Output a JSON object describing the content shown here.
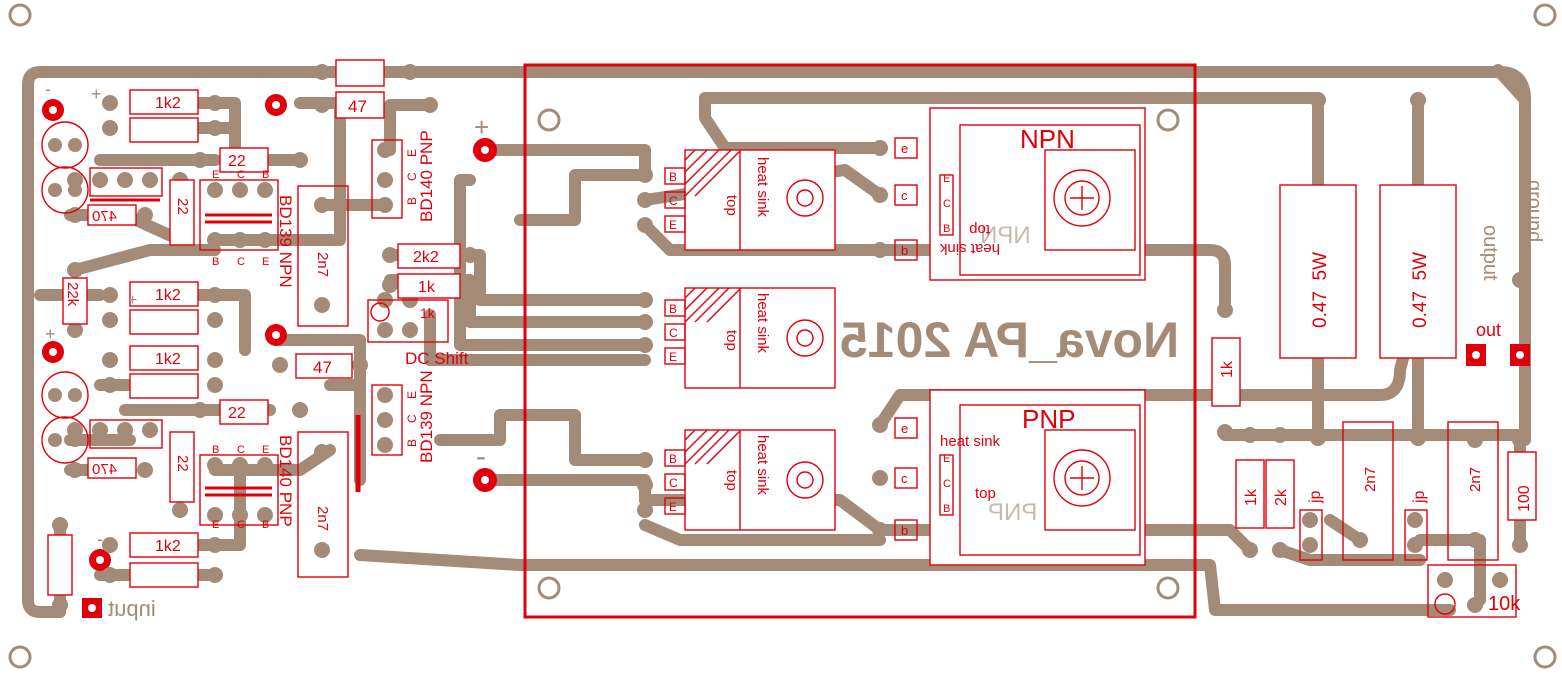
{
  "board": {
    "title": "Nova_PA 2015",
    "colors": {
      "copper": "#a38b77",
      "silkscreen": "#e0000a",
      "background": "#ffffff"
    }
  },
  "labels": {
    "input": "input",
    "ground": "ground",
    "output": "output",
    "out": "out",
    "dc_shift": "DC Shift",
    "plus": "+",
    "minus": "-"
  },
  "resistors": {
    "r_1k2_a": "1k2",
    "r_1k2_b": "1k2",
    "r_1k2_c": "1k2",
    "r_22_a": "22",
    "r_22_b": "22",
    "r_22k": "22k",
    "r_470_a": "470",
    "r_470_b": "470",
    "r_47_top": "47",
    "r_47_mid": "47",
    "r_2k2": "2k2",
    "r_1k_bias": "1k",
    "r_1k_pot": "1k",
    "r_1k_right": "1k",
    "r_1k_bottom": "1k",
    "r_2k": "2k",
    "r_100": "100",
    "r_047_a": "0.47  5W",
    "r_047_b": "0.47  5W",
    "pot_10k": "10k"
  },
  "caps": {
    "c_2n7_a": "2n7",
    "c_2n7_b": "2n7",
    "c_2n7_c": "2n7",
    "c_2n7_d": "2n7"
  },
  "transistors": {
    "bd140_top": "BD140 PNP",
    "bd139_left": "BD139 NPN",
    "bd139_mid": "BD139 NPN",
    "bd140_bottom": "BD140 PNP",
    "npn_title": "NPN",
    "pnp_title": "PNP",
    "npn_mirror": "NPN",
    "pnp_mirror": "PNP",
    "pin_b": "B",
    "pin_c": "C",
    "pin_e": "E",
    "pin_b_low": "b",
    "pin_c_low": "c",
    "pin_e_low": "e"
  },
  "heatsink": {
    "text_heat_sink": "heat sink",
    "text_top": "top"
  },
  "jumpers": {
    "jp_a": "jp",
    "jp_b": "jp"
  }
}
